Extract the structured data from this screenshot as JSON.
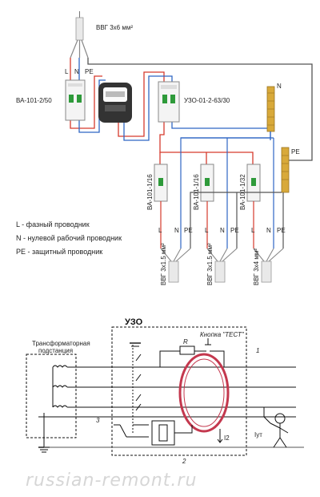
{
  "top_diagram": {
    "input_cable": "ВВГ 3х6 мм²",
    "main_wire_letters": [
      "L",
      "N",
      "PE"
    ],
    "main_breaker": "ВА-101-2/50",
    "rcd": "УЗО-01-2-63/30",
    "neutral_bus_label": "N",
    "pe_bus_label": "PE",
    "breakers": [
      "ВА-101-1/16",
      "ВА-101-1/16",
      "ВА-101-1/32"
    ],
    "wire_letters": [
      "L",
      "N",
      "PE"
    ],
    "output_cables": [
      "ВВГ 3х1.5 мм²",
      "ВВГ 3х1.5 мм²",
      "ВВГ 3х4 мм²"
    ],
    "legend": [
      "L - фазный проводник",
      "N - нулевой рабочий проводник",
      "PE - защитный проводник"
    ]
  },
  "bottom_diagram": {
    "rcd_title": "УЗО",
    "substation": [
      "Трансформаторная",
      "подстанция"
    ],
    "test_button": "Кнопка \"ТЕСТ\"",
    "resistor": "R",
    "marker_1": "1",
    "marker_2": "2",
    "marker_3": "3",
    "current_i2": "I2",
    "current_iut": "Iут"
  },
  "watermark": "russian-remont.ru",
  "colors": {
    "phase": "#d63a2c",
    "neutral": "#2f66c4",
    "earth": "#555555"
  }
}
